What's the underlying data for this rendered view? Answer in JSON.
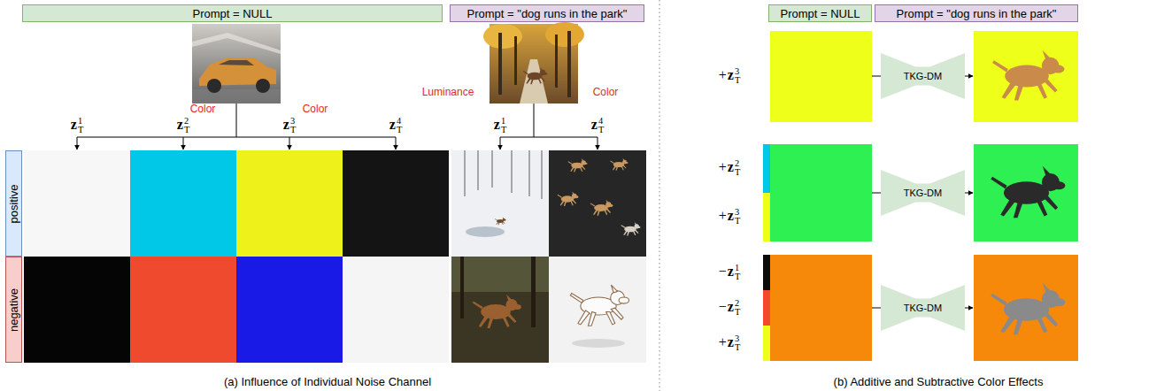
{
  "diagram": {
    "nodes": [
      {
        "text": [
          "Prompt = NULL"
        ]
      },
      {
        "text": [
          "Prompt = \"dog runs in the park\""
        ]
      },
      {
        "text": [
          "positive"
        ]
      },
      {
        "text": [
          "negative"
        ]
      },
      {
        "text": [
          "Prompt = NULL"
        ]
      },
      {
        "text": [
          "Prompt = \"dog runs in the park\""
        ]
      },
      {
        "text": [
          "TKG-DM"
        ]
      },
      {
        "text": [
          "TKG-DM"
        ]
      },
      {
        "text": [
          "TKG-DM"
        ]
      }
    ],
    "labels": [
      "Color",
      "Color",
      "zT1",
      "zT2",
      "zT3",
      "zT4",
      "Luminance",
      "Color",
      "zT1",
      "zT4",
      "(a) Influence of Individual Noise Channel",
      "+zT3",
      "+zT2",
      "+zT3",
      "−zT1",
      "−zT2",
      "+zT3",
      "(b) Additive and Subtractive Color Effects"
    ]
  }
}
